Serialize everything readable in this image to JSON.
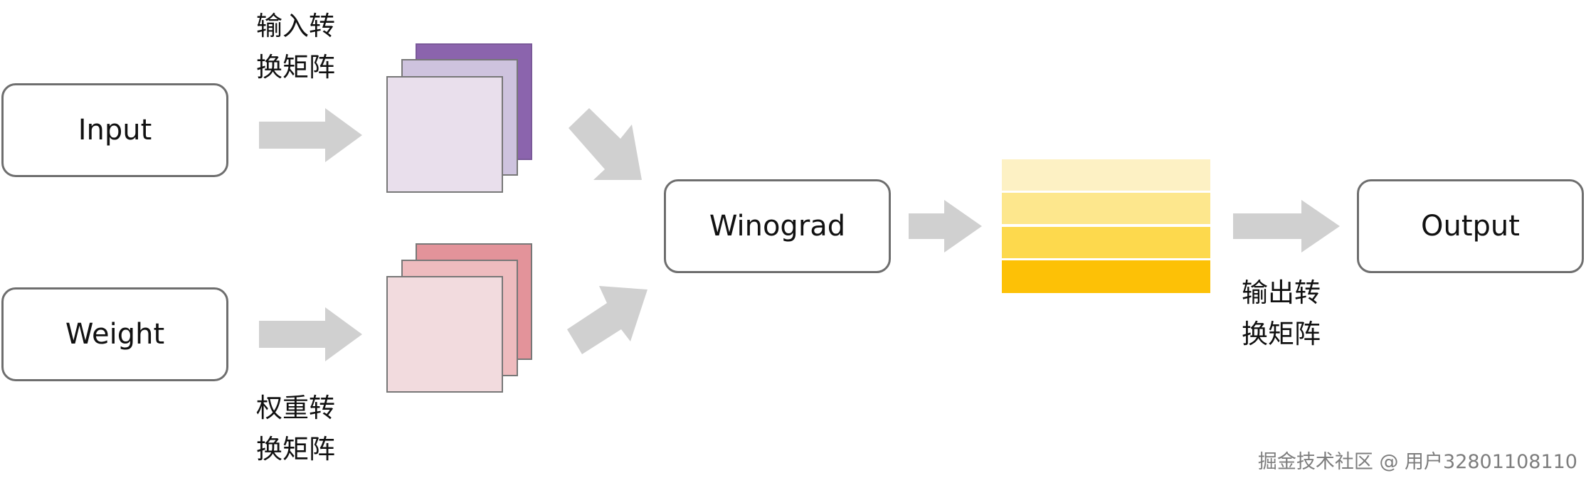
{
  "nodes": {
    "input": "Input",
    "weight": "Weight",
    "winograd": "Winograd",
    "output": "Output"
  },
  "labels": {
    "input_transform_line1": "输入转",
    "input_transform_line2": "换矩阵",
    "weight_transform_line1": "权重转",
    "weight_transform_line2": "换矩阵",
    "output_transform_line1": "输出转",
    "output_transform_line2": "换矩阵"
  },
  "colors": {
    "box_border": "#6e6e6e",
    "arrow": "#d0d0d0",
    "input_matrix_back": "#8b64ad",
    "input_matrix_mid": "#cec3de",
    "input_matrix_front": "#e9dfec",
    "weight_matrix_back": "#e3939a",
    "weight_matrix_mid": "#eebbbe",
    "weight_matrix_front": "#f2dbde",
    "output_stripe_1": "#fdf1c4",
    "output_stripe_2": "#fde78d",
    "output_stripe_3": "#fdd94d",
    "output_stripe_4": "#fdc106"
  },
  "watermark": "掘金技术社区 @ 用户32801108110"
}
